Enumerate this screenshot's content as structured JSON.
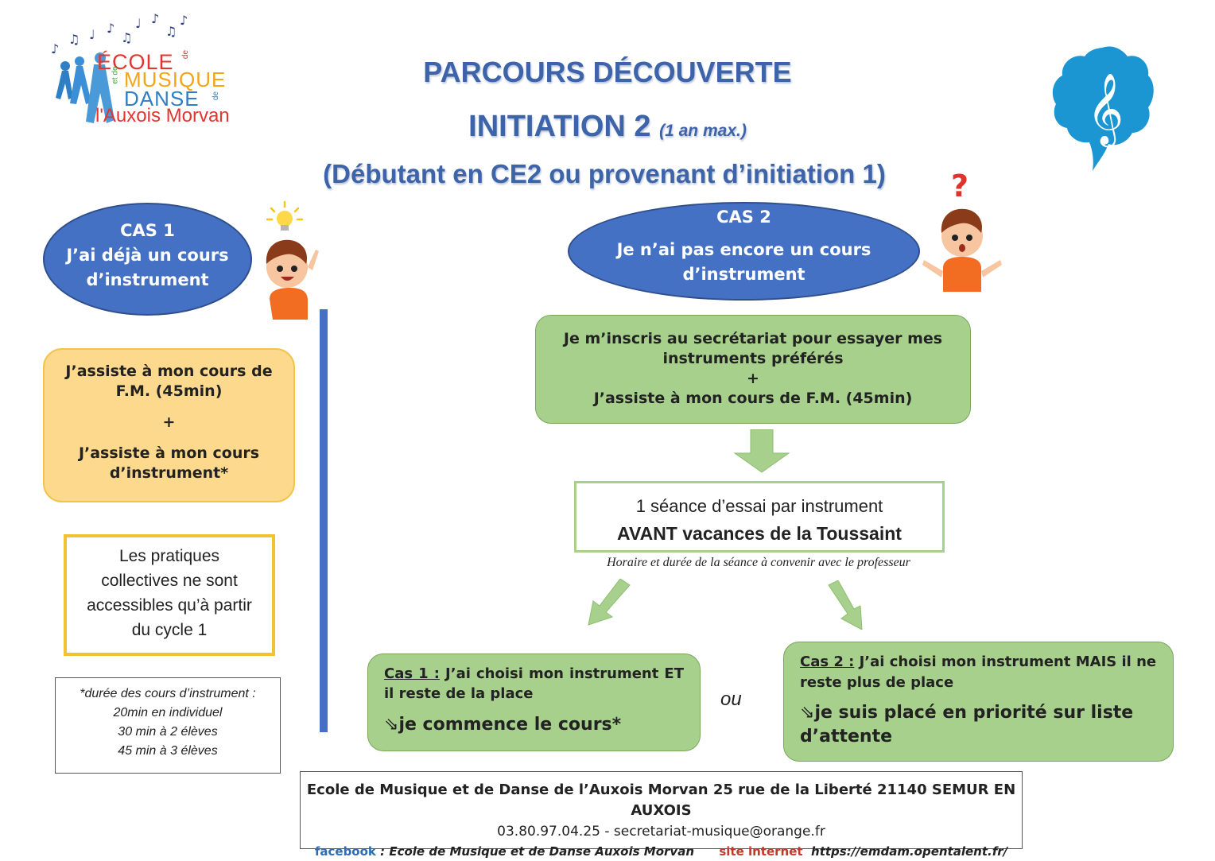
{
  "logo": {
    "ecole": "ÉCOLE",
    "de1": "de",
    "musique": "MUSIQUE",
    "et_de": "et de",
    "danse": "DANSE",
    "de2": "de",
    "auxois": "l'Auxois Morvan"
  },
  "header": {
    "title": "PARCOURS DÉCOUVERTE",
    "subtitle": "INITIATION 2",
    "subtitle_note": "(1 an max.)",
    "audience": "(Débutant en CE2 ou provenant d’initiation 1)"
  },
  "cas1": {
    "label": "CAS 1",
    "line1": "J’ai déjà un cours",
    "line2": "d’instrument",
    "yellow_line1": "J’assiste à mon cours de",
    "yellow_line2": "F.M. (45min)",
    "plus": "+",
    "yellow_line3": "J’assiste à mon cours",
    "yellow_line4": "d’instrument*",
    "pratiques_1": "Les pratiques",
    "pratiques_2": "collectives ne sont",
    "pratiques_3": "accessibles qu’à partir",
    "pratiques_4": "du cycle 1",
    "note_1": "*durée des cours d’instrument :",
    "note_2": "20min en individuel",
    "note_3": "30 min à 2 élèves",
    "note_4": "45 min à 3 élèves"
  },
  "cas2": {
    "label": "CAS 2",
    "line1": "Je n’ai pas encore un cours",
    "line2": "d’instrument",
    "green_line1": "Je m’inscris au secrétariat pour essayer mes",
    "green_line2": "instruments préférés",
    "plus": "+",
    "green_line3": "J’assiste à mon cours de F.M. (45min)",
    "essai_line1": "1 séance d’essai par instrument",
    "essai_line2": "AVANT vacances de la Toussaint",
    "horaire": "Horaire et durée de la séance à convenir avec le professeur",
    "sub1_label": "Cas 1 :",
    "sub1_text": " J’ai choisi mon instrument ET il reste de la place",
    "sub1_result": "je commence le cours*",
    "ou": "ou",
    "sub2_label": "Cas 2 :",
    "sub2_text": " J’ai choisi mon instrument MAIS il ne reste plus de place",
    "sub2_result": "je suis placé en priorité sur liste d’attente",
    "arrow_glyph": "⇘"
  },
  "footer": {
    "line1": "Ecole de Musique et de Danse de l’Auxois Morvan  25 rue de la Liberté 21140 SEMUR EN AUXOIS",
    "phone": "03.80.97.04.25",
    "sep": " -  ",
    "email": "secretariat-musique@orange.fr",
    "facebook_label": "facebook",
    "facebook_text": " : Ecole de Musique et de Danse Auxois Morvan",
    "site_label": "site internet",
    "site_url": "https://emdam.opentalent.fr/"
  },
  "colors": {
    "title_blue": "#3d63a9",
    "oval_blue": "#4571c4",
    "green": "#a8d08d",
    "yellow": "#fdd98d",
    "teal_icon": "#1b96d2"
  },
  "icons": [
    "music-notes-icon",
    "treble-clef-bubble-icon",
    "lightbulb-icon",
    "question-mark-icon",
    "boy-pointing-icon",
    "boy-shrugging-icon",
    "down-arrow-icon"
  ]
}
